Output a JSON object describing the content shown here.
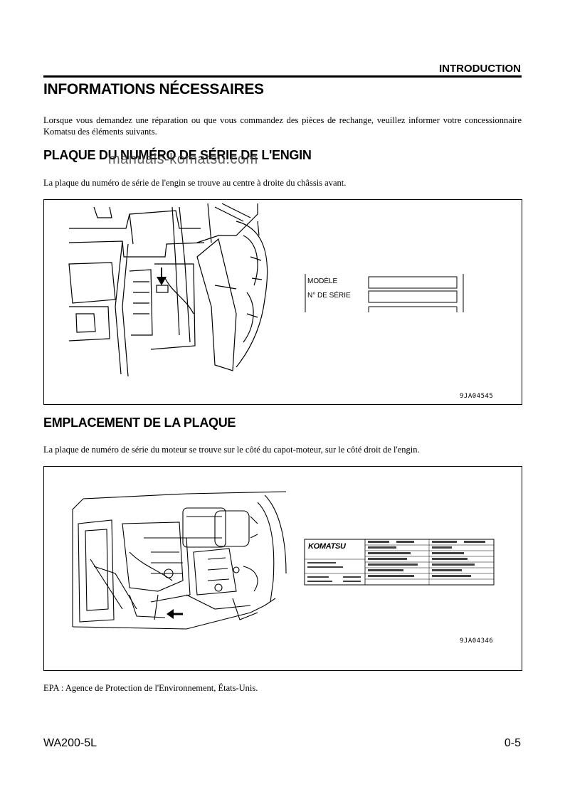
{
  "header": {
    "section": "INTRODUCTION"
  },
  "title": "INFORMATIONS NÉCESSAIRES",
  "intro": "Lorsque vous demandez une réparation ou que vous commandez des pièces de rechange, veuillez informer votre concessionnaire Komatsu des éléments suivants.",
  "watermark": "manuals-komatsu.com",
  "section1": {
    "heading": "PLAQUE DU NUMÉRO DE SÉRIE DE L'ENGIN",
    "text": "La plaque du numéro de série de l'engin se trouve au centre à droite du châssis avant.",
    "plate": {
      "model_label": "MODÈLE",
      "serial_label": "N° DE SÉRIE"
    },
    "figure_code": "9JA04545"
  },
  "section2": {
    "heading": "EMPLACEMENT DE LA PLAQUE",
    "text": "La plaque de numéro de série du moteur se trouve sur le côté du capot-moteur, sur le côté droit de l'engin.",
    "plate": {
      "brand": "KOMATSU"
    },
    "figure_code": "9JA04346"
  },
  "epa_note": "EPA : Agence de Protection de l'Environnement, États-Unis.",
  "footer": {
    "model": "WA200-5L",
    "page": "0-5"
  }
}
